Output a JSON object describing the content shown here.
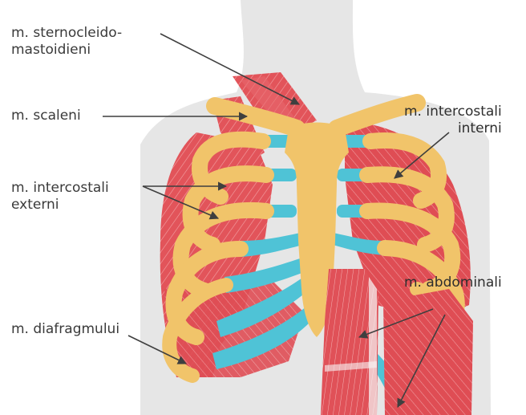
{
  "labels": {
    "sternocleidomastoid": {
      "line1": "m. sternocleido-",
      "line2": "mastoidieni"
    },
    "scaleni": {
      "line1": "m. scaleni"
    },
    "intercostali_externi": {
      "line1": "m. intercostali",
      "line2": "externi"
    },
    "diafragmului": {
      "line1": "m. diafragmului"
    },
    "intercostali_interni": {
      "line1": "m. intercostali",
      "line2": "interni"
    },
    "abdominali": {
      "line1": "m. abdominali"
    }
  },
  "colors": {
    "body_silhouette": "#e6e6e6",
    "muscle": "#e2545a",
    "muscle_light": "#f0a5a8",
    "rib": "#f1c46a",
    "cartilage": "#4fc3d6",
    "arrow": "#3f3f3f"
  }
}
